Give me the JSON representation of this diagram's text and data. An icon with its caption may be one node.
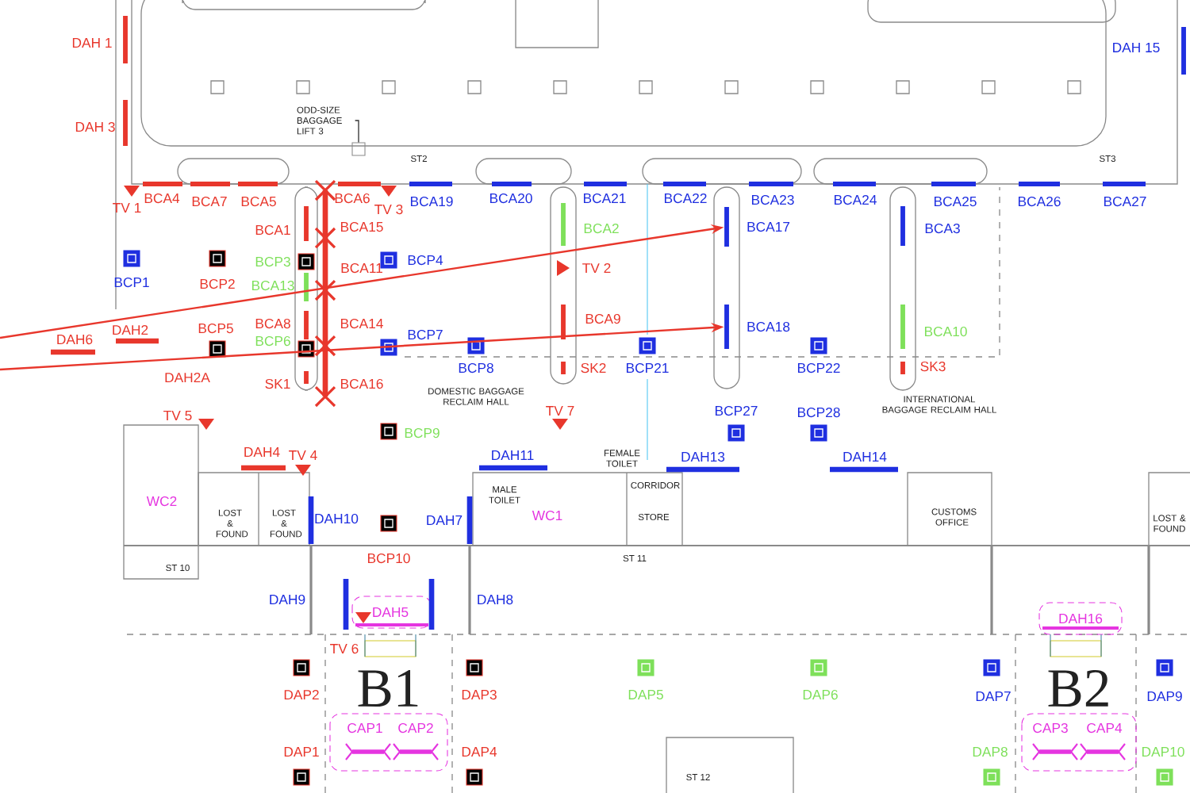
{
  "diagram": {
    "nodes": [
      {
        "text": [],
        "shape": "bar",
        "beside": [
          "BCA17"
        ]
      },
      {
        "text": [],
        "shape": "bar",
        "beside": [
          "BCA18"
        ]
      },
      {
        "text": [
          "ODD-SIZE BAGGAGE LIFT 3"
        ]
      },
      {
        "text": [],
        "shape": "box"
      }
    ],
    "edges": [
      {
        "from": null,
        "to": 0,
        "arrow": "to"
      },
      {
        "from": null,
        "to": 1,
        "arrow": "to"
      },
      {
        "from": 2,
        "to": 3,
        "arrow": "none",
        "color": "#333333"
      }
    ],
    "labels": [
      "DAH 1",
      "DAH 15",
      "DAH 3",
      "ST2",
      "ST3",
      "BCA4",
      "BCA7",
      "BCA5",
      "BCA6",
      "BCA19",
      "BCA20",
      "BCA21",
      "BCA22",
      "BCA23",
      "BCA24",
      "BCA25",
      "BCA26",
      "BCA27",
      "TV 1",
      "TV 3",
      "BCA1",
      "BCA15",
      "BCA2",
      "BCA3",
      "BCP3",
      "BCA11",
      "BCP4",
      "TV 2",
      "BCP1",
      "BCP2",
      "BCA13",
      "BCA8",
      "BCA14",
      "DAH2",
      "BCP5",
      "BCA9",
      "BCA10",
      "DAH6",
      "BCP6",
      "BCP7",
      "DAH2A",
      "BCP8",
      "SK2",
      "BCP21",
      "BCP22",
      "SK3",
      "SK1",
      "BCA16",
      "DOMESTIC BAGGAGE RECLAIM HALL",
      "INTERNATIONAL BAGGAGE RECLAIM HALL",
      "TV 5",
      "TV 7",
      "BCP27",
      "BCP28",
      "BCP9",
      "DAH4",
      "TV 4",
      "MALE TOILET",
      "DAH11",
      "FEMALE TOILET",
      "DAH13",
      "DAH14",
      "CORRIDOR",
      "WC2",
      "LOST & FOUND",
      "LOST & FOUND",
      "DAH10",
      "DAH7",
      "WC1",
      "STORE",
      "CUSTOMS OFFICE",
      "LOST & FOUND",
      "BCP10",
      "ST 10",
      "ST 11",
      "DAH9",
      "DAH5",
      "DAH8",
      "DAH16",
      "TV 6",
      "DAP2",
      "B1",
      "DAP3",
      "DAP5",
      "DAP6",
      "DAP7",
      "B2",
      "DAP9",
      "CAP1",
      "CAP2",
      "CAP3",
      "CAP4",
      "DAP1",
      "DAP4",
      "DAP8",
      "DAP10",
      "ST 12"
    ]
  }
}
